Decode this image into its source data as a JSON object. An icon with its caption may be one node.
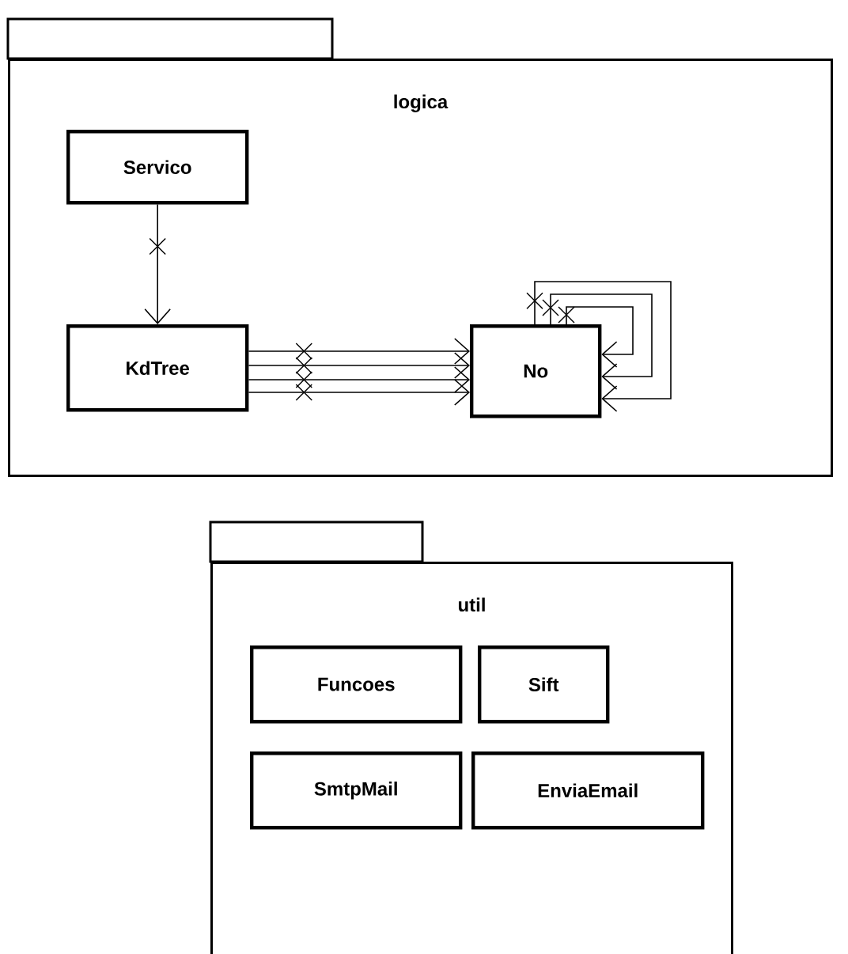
{
  "diagram": {
    "nodes": [
      {
        "text": [
          "logica"
        ]
      },
      {
        "text": [
          "Servico"
        ],
        "in": 0
      },
      {
        "text": [
          "KdTree"
        ],
        "in": 0
      },
      {
        "text": [
          "No"
        ],
        "in": 0
      },
      {
        "text": [
          "util"
        ]
      },
      {
        "text": [
          "Funcoes"
        ],
        "in": 4
      },
      {
        "text": [
          "Sift"
        ],
        "in": 4
      },
      {
        "text": [
          "SmtpMail"
        ],
        "in": 4
      },
      {
        "text": [
          "EnviaEmail"
        ],
        "in": 4
      }
    ],
    "edges": [
      {
        "from": 1,
        "to": 2,
        "arrow": "to"
      },
      {
        "from": 2,
        "to": 3,
        "arrow": "to"
      },
      {
        "from": 2,
        "to": 3,
        "arrow": "to"
      },
      {
        "from": 2,
        "to": 3,
        "arrow": "to"
      },
      {
        "from": 2,
        "to": 3,
        "arrow": "to"
      },
      {
        "from": 3,
        "to": 3,
        "arrow": "to"
      },
      {
        "from": 3,
        "to": 3,
        "arrow": "to"
      },
      {
        "from": 3,
        "to": 3,
        "arrow": "to"
      }
    ]
  }
}
